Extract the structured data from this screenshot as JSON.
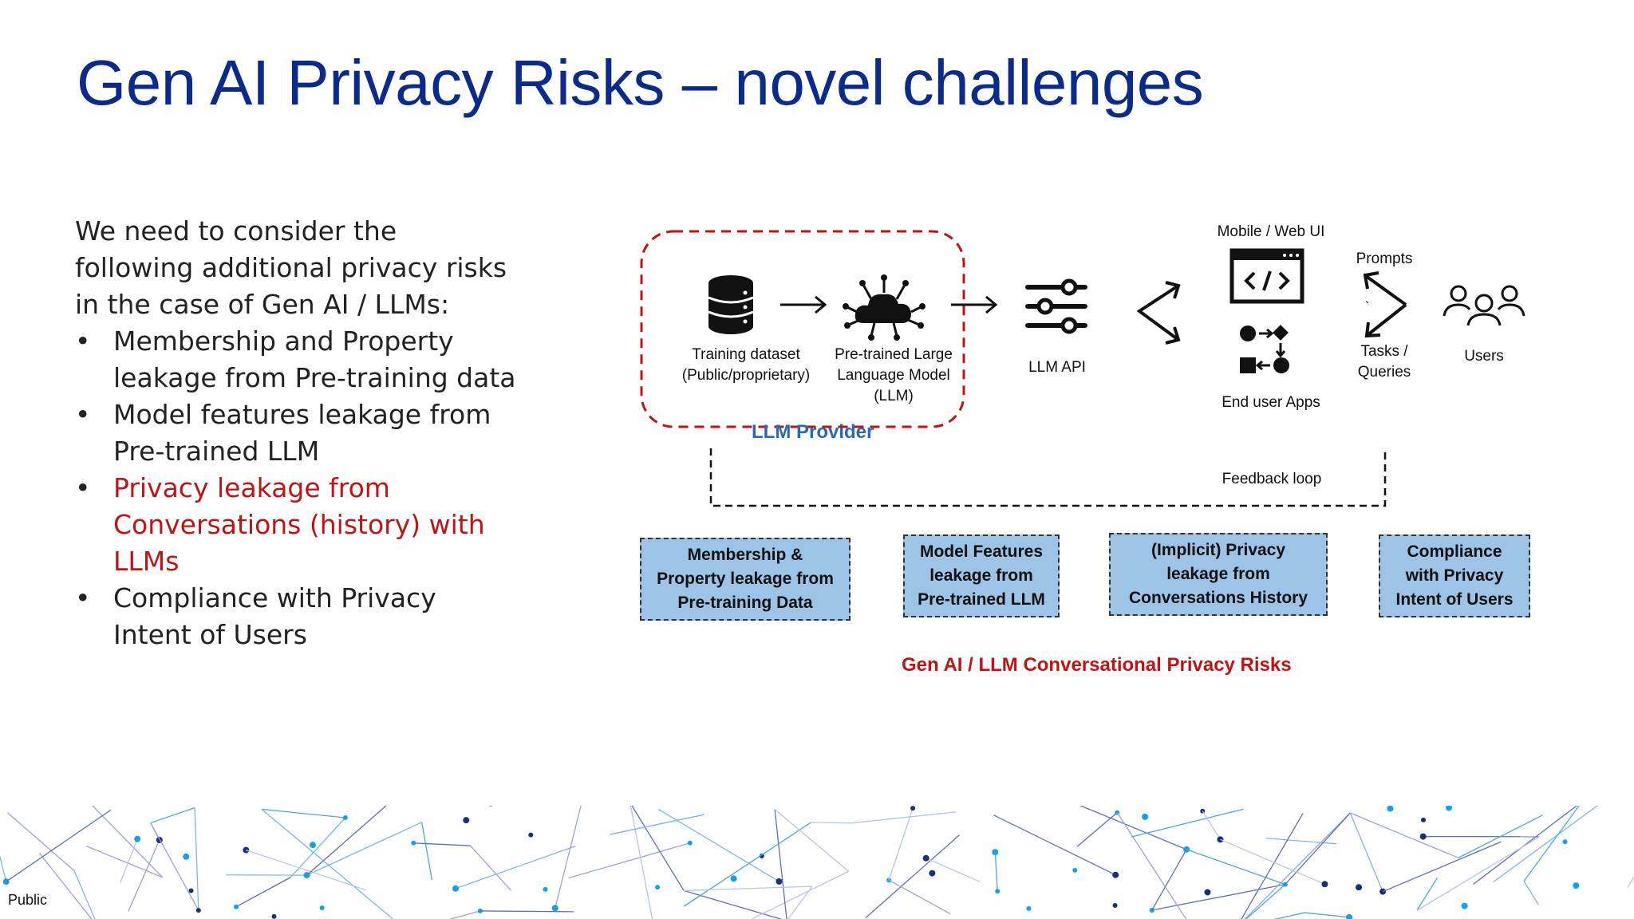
{
  "slide": {
    "title": "Gen AI Privacy Risks – novel challenges",
    "intro": "We need to consider the following additional privacy risks in the case of Gen AI / LLMs:",
    "bullets": [
      "Membership and Property leakage from Pre-training data",
      "Model features leakage from Pre-trained LLM",
      "Privacy leakage from Conversations (history) with LLMs",
      "Compliance with Privacy Intent of Users"
    ],
    "footer_label": "Public"
  },
  "diagram": {
    "provider_label": "LLM Provider",
    "nodes": {
      "training_dataset": "Training dataset\n(Public/proprietary)",
      "pretrained_llm": "Pre-trained Large\nLanguage Model\n(LLM)",
      "llm_api": "LLM API",
      "mobile_web_ui": "Mobile / Web UI",
      "end_user_apps": "End user Apps",
      "prompts": "Prompts",
      "tasks_queries": "Tasks /\nQueries",
      "users": "Users"
    },
    "feedback_loop": "Feedback loop",
    "risks": [
      "Membership &\nProperty leakage from\nPre-training Data",
      "Model Features\nleakage from\nPre-trained LLM",
      "(Implicit) Privacy\nleakage from\nConversations History",
      "Compliance\nwith Privacy\nIntent of Users"
    ],
    "risks_caption": "Gen AI / LLM Conversational Privacy Risks",
    "colors": {
      "title_blue": "#0a2a8c",
      "provider_border": "#c01414",
      "provider_label": "#2a6ab0",
      "risk_fill": "#9dc3e6",
      "risk_caption": "#c01414"
    },
    "icons": [
      "database-icon",
      "ai-cloud-network-icon",
      "sliders-icon",
      "code-window-icon",
      "workflow-icon",
      "users-icon"
    ]
  }
}
